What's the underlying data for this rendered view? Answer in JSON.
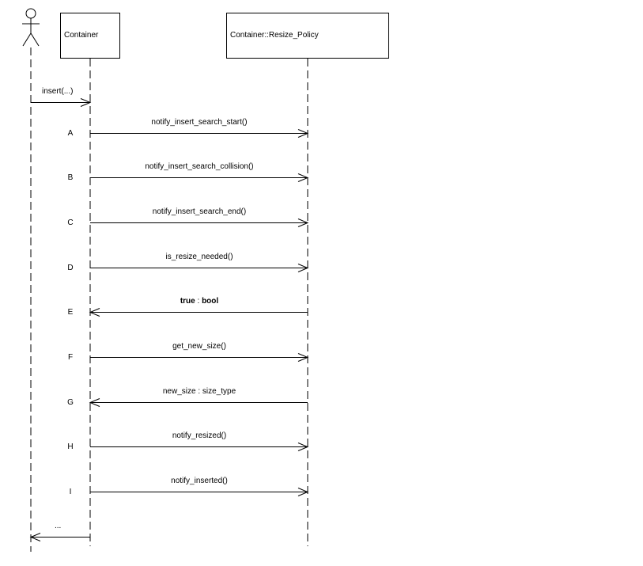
{
  "participants": {
    "container": "Container",
    "policy": "Container::Resize_Policy"
  },
  "messages": [
    {
      "id": "insert",
      "step": "",
      "label": "insert(...)",
      "from": "actor",
      "to": "container",
      "label_bold": false,
      "value": ""
    },
    {
      "id": "A",
      "step": "A",
      "label": "notify_insert_search_start()",
      "from": "container",
      "to": "policy",
      "label_bold": false,
      "value": ""
    },
    {
      "id": "B",
      "step": "B",
      "label": "notify_insert_search_collision()",
      "from": "container",
      "to": "policy",
      "label_bold": false,
      "value": ""
    },
    {
      "id": "C",
      "step": "C",
      "label": "notify_insert_search_end()",
      "from": "container",
      "to": "policy",
      "label_bold": false,
      "value": ""
    },
    {
      "id": "D",
      "step": "D",
      "label": "is_resize_needed()",
      "from": "container",
      "to": "policy",
      "label_bold": false,
      "value": ""
    },
    {
      "id": "E",
      "step": "E",
      "label": "true",
      "from": "policy",
      "to": "container",
      "label_bold": true,
      "value": " : ",
      "type": "bool"
    },
    {
      "id": "F",
      "step": "F",
      "label": "get_new_size()",
      "from": "container",
      "to": "policy",
      "label_bold": false,
      "value": ""
    },
    {
      "id": "G",
      "step": "G",
      "label": "new_size : size_type",
      "from": "policy",
      "to": "container",
      "label_bold": false,
      "value": ""
    },
    {
      "id": "H",
      "step": "H",
      "label": "notify_resized()",
      "from": "container",
      "to": "policy",
      "label_bold": false,
      "value": ""
    },
    {
      "id": "I",
      "step": "I",
      "label": "notify_inserted()",
      "from": "container",
      "to": "policy",
      "label_bold": false,
      "value": ""
    },
    {
      "id": "return",
      "step": "",
      "label": "...",
      "from": "container",
      "to": "actor",
      "label_bold": false,
      "value": ""
    }
  ]
}
